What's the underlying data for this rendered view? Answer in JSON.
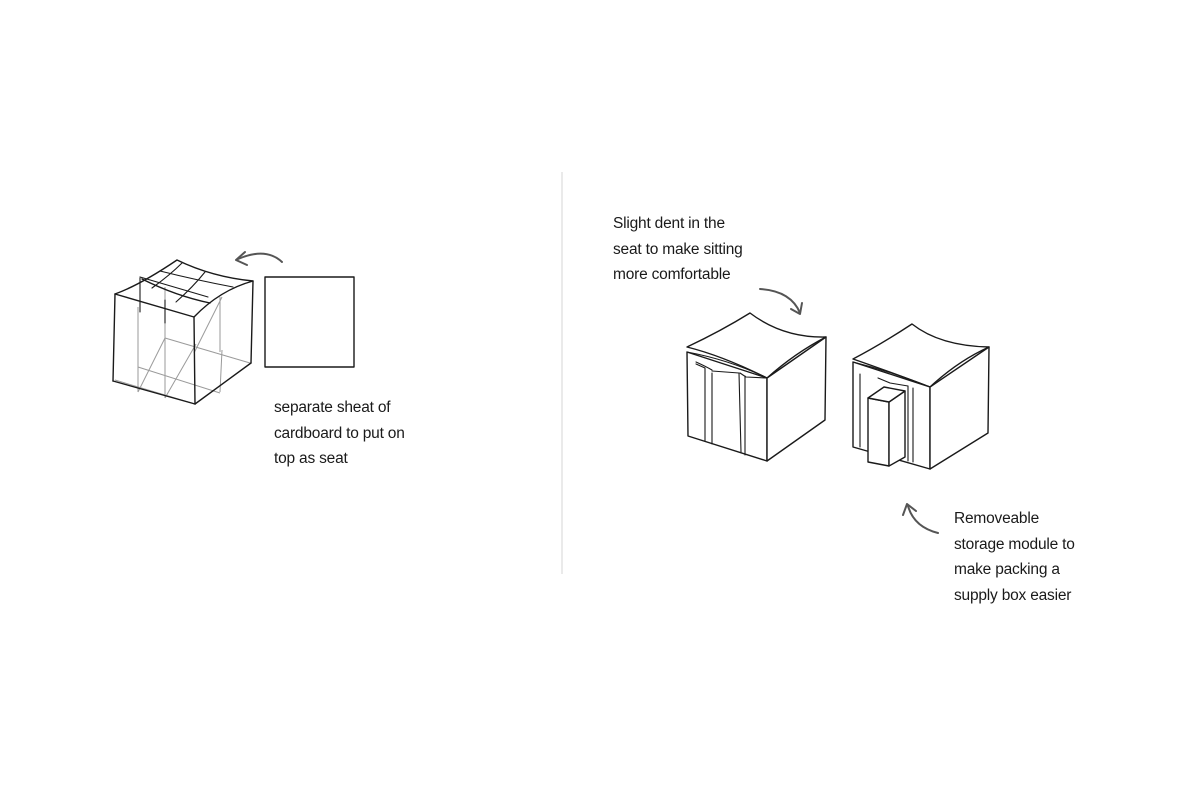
{
  "notes": {
    "seat_sheet": [
      "separate sheat of",
      "cardboard to put on",
      "top as seat"
    ],
    "dent": [
      "Slight dent in the",
      "seat to make sitting",
      "more comfortable"
    ],
    "storage": [
      "Removeable",
      "storage module to",
      "make packing a",
      "supply box easier"
    ]
  },
  "colors": {
    "ink": "#1a1a1a",
    "arrow": "#555555",
    "divider": "#d4d4d4",
    "background": "#ffffff"
  }
}
